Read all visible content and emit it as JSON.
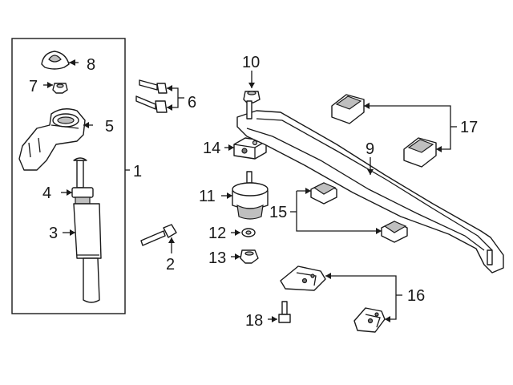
{
  "callouts": [
    "1",
    "2",
    "3",
    "4",
    "5",
    "6",
    "7",
    "8",
    "9",
    "10",
    "11",
    "12",
    "13",
    "14",
    "15",
    "16",
    "17",
    "18"
  ],
  "colors": {
    "line": "#1a1a1a",
    "shade": "#bfbfbf",
    "background": "#ffffff"
  }
}
